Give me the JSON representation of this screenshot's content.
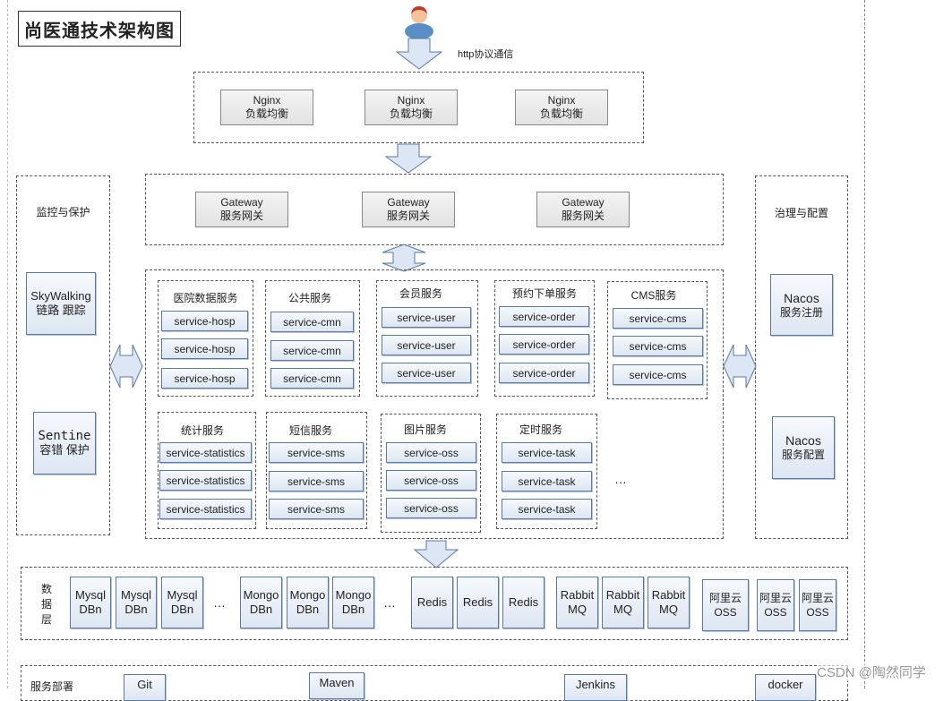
{
  "title": "尚医通技术架构图",
  "protocol_label": "http协议通信",
  "nginx": [
    {
      "name": "Nginx",
      "desc": "负载均衡"
    },
    {
      "name": "Nginx",
      "desc": "负载均衡"
    },
    {
      "name": "Nginx",
      "desc": "负载均衡"
    }
  ],
  "gateway": [
    {
      "name": "Gateway",
      "desc": "服务网关"
    },
    {
      "name": "Gateway",
      "desc": "服务网关"
    },
    {
      "name": "Gateway",
      "desc": "服务网关"
    }
  ],
  "monitor": {
    "label": "监控与保护",
    "skywalking": {
      "name": "SkyWalking",
      "desc": "链路 跟踪"
    },
    "sentinel": {
      "name": "Sentine",
      "desc": "容错 保护"
    }
  },
  "governance": {
    "label": "治理与配置",
    "nacos_registry": {
      "name": "Nacos",
      "desc": "服务注册"
    },
    "nacos_config": {
      "name": "Nacos",
      "desc": "服务配置"
    }
  },
  "services_row1": [
    {
      "label": "医院数据服务",
      "items": [
        "service-hosp",
        "service-hosp",
        "service-hosp"
      ]
    },
    {
      "label": "公共服务",
      "items": [
        "service-cmn",
        "service-cmn",
        "service-cmn"
      ]
    },
    {
      "label": "会员服务",
      "items": [
        "service-user",
        "service-user",
        "service-user"
      ]
    },
    {
      "label": "预约下单服务",
      "items": [
        "service-order",
        "service-order",
        "service-order"
      ]
    },
    {
      "label": "CMS服务",
      "items": [
        "service-cms",
        "service-cms",
        "service-cms"
      ]
    }
  ],
  "services_row2": [
    {
      "label": "统计服务",
      "items": [
        "service-statistics",
        "service-statistics",
        "service-statistics"
      ]
    },
    {
      "label": "短信服务",
      "items": [
        "service-sms",
        "service-sms",
        "service-sms"
      ]
    },
    {
      "label": "图片服务",
      "items": [
        "service-oss",
        "service-oss",
        "service-oss"
      ]
    },
    {
      "label": "定时服务",
      "items": [
        "service-task",
        "service-task",
        "service-task"
      ]
    }
  ],
  "services_more": "…",
  "data_layer": {
    "label": "数\n据\n层",
    "mysql": [
      {
        "l1": "Mysql",
        "l2": "DBn"
      },
      {
        "l1": "Mysql",
        "l2": "DBn"
      },
      {
        "l1": "Mysql",
        "l2": "DBn"
      }
    ],
    "mongo": [
      {
        "l1": "Mongo",
        "l2": "DBn"
      },
      {
        "l1": "Mongo",
        "l2": "DBn"
      },
      {
        "l1": "Mongo",
        "l2": "DBn"
      }
    ],
    "redis": [
      "Redis",
      "Redis",
      "Redis"
    ],
    "rabbit": [
      {
        "l1": "Rabbit",
        "l2": "MQ"
      },
      {
        "l1": "Rabbit",
        "l2": "MQ"
      },
      {
        "l1": "Rabbit",
        "l2": "MQ"
      }
    ],
    "oss": [
      {
        "l1": "阿里云",
        "l2": "OSS"
      },
      {
        "l1": "阿里云",
        "l2": "OSS"
      },
      {
        "l1": "阿里云",
        "l2": "OSS"
      }
    ],
    "ellipsis": "…"
  },
  "deploy": {
    "label": "服务部署",
    "tools": [
      "Git",
      "Maven",
      "Jenkins",
      "docker"
    ]
  },
  "watermark": "CSDN @陶然同学",
  "colors": {
    "box_border": "#5b7aa3",
    "box_fill": "#dde6f2",
    "arrow_fill": "#dce6f4"
  }
}
